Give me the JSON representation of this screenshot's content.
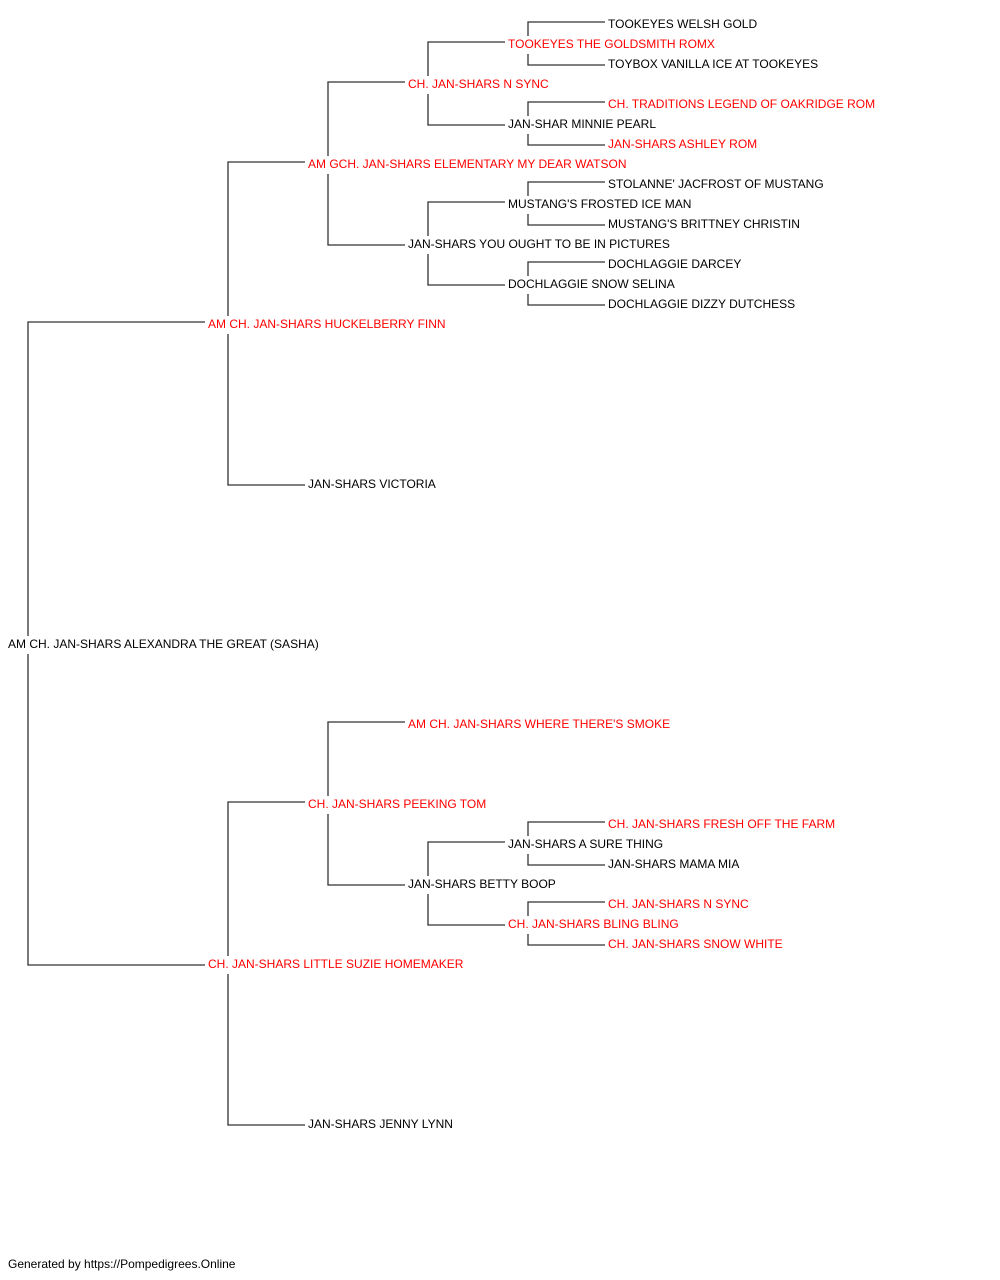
{
  "colors": {
    "champion": "#ff0000",
    "normal": "#000000",
    "line": "#333333"
  },
  "subject": {
    "name": "AM CH. JAN-SHARS ALEXANDRA THE GREAT (SASHA)",
    "champion": false
  },
  "sire": {
    "name": "AM CH. JAN-SHARS HUCKELBERRY FINN",
    "champion": true
  },
  "dam": {
    "name": "CH. JAN-SHARS LITTLE SUZIE HOMEMAKER",
    "champion": true
  },
  "sire_sire": {
    "name": "AM GCH. JAN-SHARS ELEMENTARY MY DEAR WATSON",
    "champion": true
  },
  "sire_dam": {
    "name": "JAN-SHARS VICTORIA",
    "champion": false
  },
  "sire_sire_sire": {
    "name": "CH. JAN-SHARS N SYNC",
    "champion": true
  },
  "sire_sire_dam": {
    "name": "JAN-SHARS YOU OUGHT TO BE IN PICTURES",
    "champion": false
  },
  "sss_sire": {
    "name": "TOOKEYES THE GOLDSMITH ROMX",
    "champion": true
  },
  "sss_dam": {
    "name": "JAN-SHAR MINNIE PEARL",
    "champion": false
  },
  "ssd_sire": {
    "name": "MUSTANG'S FROSTED ICE MAN",
    "champion": false
  },
  "ssd_dam": {
    "name": "DOCHLAGGIE SNOW SELINA",
    "champion": false
  },
  "g5_1": {
    "name": "TOOKEYES WELSH GOLD",
    "champion": false
  },
  "g5_2": {
    "name": "TOYBOX VANILLA ICE AT TOOKEYES",
    "champion": false
  },
  "g5_3": {
    "name": "CH. TRADITIONS LEGEND OF OAKRIDGE ROM",
    "champion": true
  },
  "g5_4": {
    "name": "JAN-SHARS ASHLEY ROM",
    "champion": true
  },
  "g5_5": {
    "name": "STOLANNE' JACFROST OF MUSTANG",
    "champion": false
  },
  "g5_6": {
    "name": "MUSTANG'S BRITTNEY CHRISTIN",
    "champion": false
  },
  "g5_7": {
    "name": "DOCHLAGGIE DARCEY",
    "champion": false
  },
  "g5_8": {
    "name": "DOCHLAGGIE DIZZY DUTCHESS",
    "champion": false
  },
  "dam_sire": {
    "name": "CH. JAN-SHARS PEEKING TOM",
    "champion": true
  },
  "dam_dam": {
    "name": "JAN-SHARS JENNY LYNN",
    "champion": false
  },
  "ds_sire": {
    "name": "AM CH. JAN-SHARS WHERE THERE'S SMOKE",
    "champion": true
  },
  "ds_dam": {
    "name": "JAN-SHARS BETTY BOOP",
    "champion": false
  },
  "dsd_sire": {
    "name": "JAN-SHARS A SURE THING",
    "champion": false
  },
  "dsd_dam": {
    "name": "CH. JAN-SHARS BLING BLING",
    "champion": true
  },
  "g5_9": {
    "name": "CH. JAN-SHARS FRESH OFF THE FARM",
    "champion": true
  },
  "g5_10": {
    "name": "JAN-SHARS MAMA MIA",
    "champion": false
  },
  "g5_11": {
    "name": "CH. JAN-SHARS N SYNC",
    "champion": true
  },
  "g5_12": {
    "name": "CH. JAN-SHARS SNOW WHITE",
    "champion": true
  },
  "footer": "Generated by https://Pompedigrees.Online"
}
